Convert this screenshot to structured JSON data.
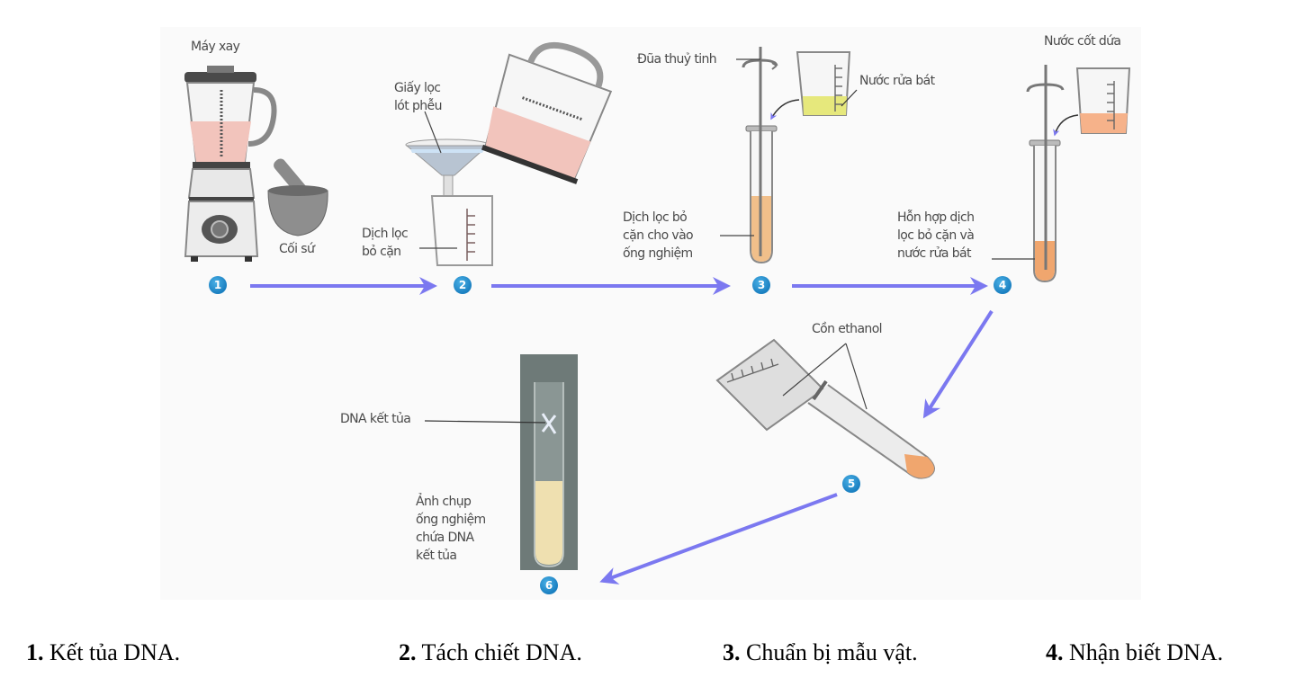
{
  "diagram": {
    "title": "DNA extraction procedure",
    "labels": {
      "blender": "Máy xay",
      "mortar": "Cối sứ",
      "filter_paper": "Giấy lọc\nlót phễu",
      "filtrate": "Dịch lọc\nbỏ cặn",
      "glass_rod": "Đũa thuỷ tinh",
      "dish_soap": "Nước rửa bát",
      "filtrate_in_tube": "Dịch lọc bỏ\ncặn cho vào\nống nghiệm",
      "pineapple_juice": "Nước cốt dứa",
      "mixture": "Hỗn hợp dịch\nlọc bỏ cặn và\nnước rửa bát",
      "ethanol": "Cồn ethanol",
      "dna_precipitate": "DNA kết tủa",
      "photo_caption": "Ảnh chụp\nống nghiệm\nchứa DNA\nkết tủa"
    },
    "steps": [
      "1",
      "2",
      "3",
      "4",
      "5",
      "6"
    ],
    "colors": {
      "arrow": "#7b78f0",
      "badge": "#1f86c8",
      "blend_liquid": "#f2c4bc",
      "soap": "#e6e87c",
      "juice": "#f0a66e",
      "dna_photo_bg": "#6e7a78",
      "dna_liquid": "#efe0b0"
    }
  },
  "options": [
    {
      "num": "1.",
      "text": " Kết tủa DNA."
    },
    {
      "num": "2.",
      "text": " Tách chiết DNA."
    },
    {
      "num": "3.",
      "text": " Chuẩn bị mẫu vật."
    },
    {
      "num": "4.",
      "text": " Nhận biết DNA."
    }
  ]
}
